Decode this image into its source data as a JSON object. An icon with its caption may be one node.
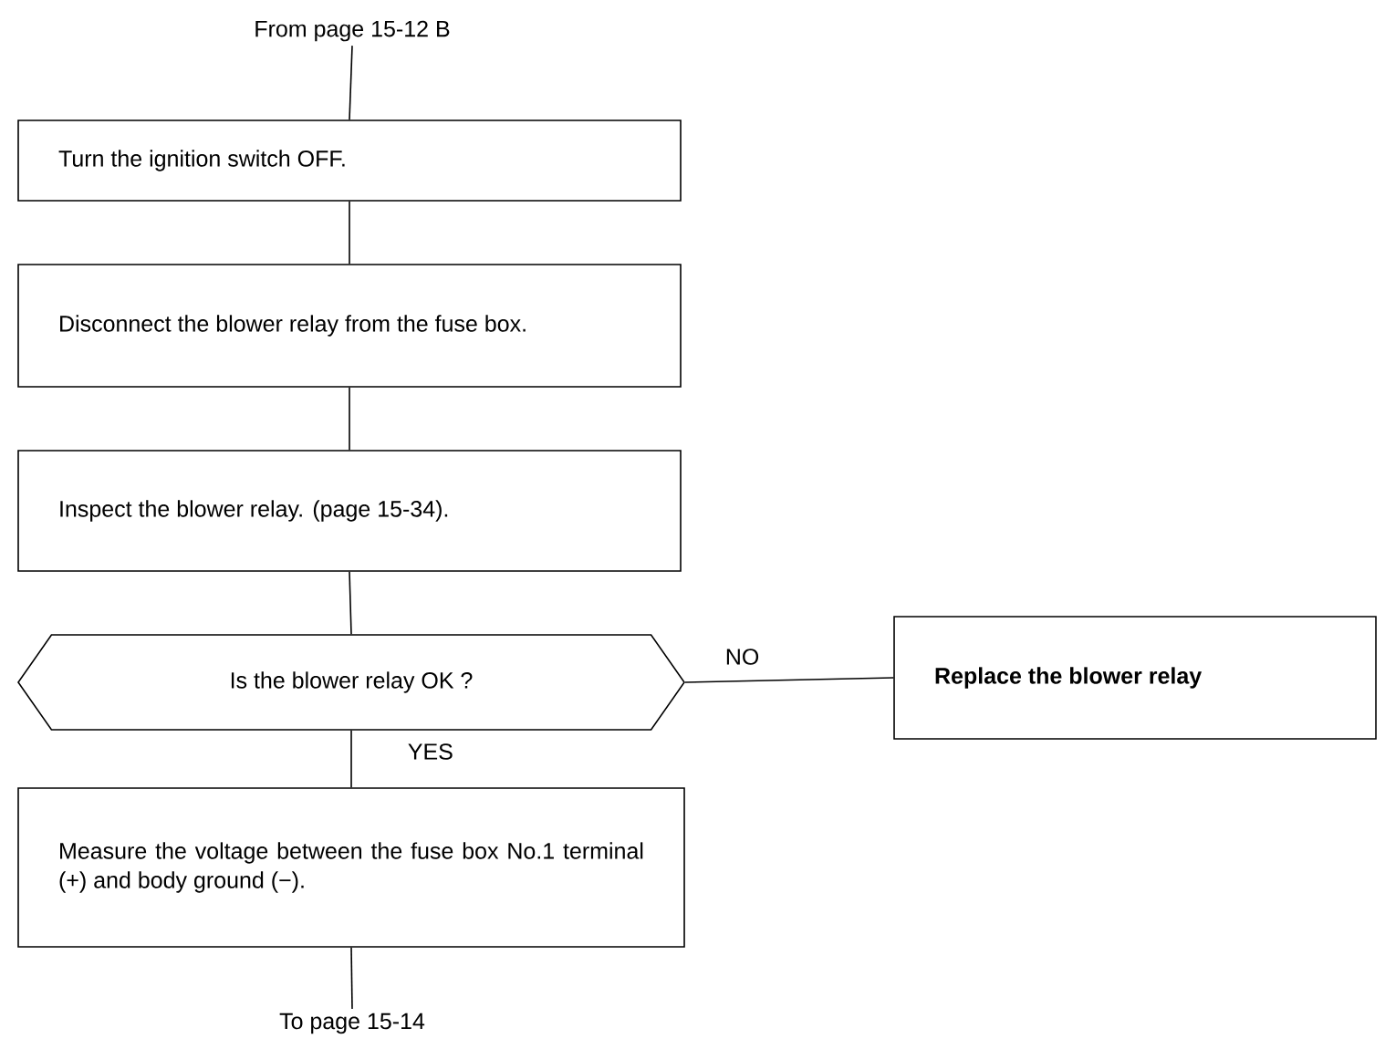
{
  "diagram": {
    "nodes": [
      {
        "text": [
          "From page 15-12 B"
        ]
      },
      {
        "text": [
          "Turn the ignition switch OFF."
        ]
      },
      {
        "text": [
          "Disconnect the blower relay from the fuse box."
        ]
      },
      {
        "text": [
          "Inspect the blower relay. (page 15-34)."
        ]
      },
      {
        "text": [
          "Is the blower relay OK ?"
        ]
      },
      {
        "text": [
          "Replace the blower relay"
        ]
      },
      {
        "text": [
          "Measure the voltage between the fuse box No.1 terminal (+) and body ground (−)."
        ]
      },
      {
        "text": [
          "To page 15-14"
        ]
      }
    ],
    "edges": [
      {
        "from": 0,
        "to": 1,
        "arrow": "none"
      },
      {
        "from": 1,
        "to": 2,
        "arrow": "none"
      },
      {
        "from": 2,
        "to": 3,
        "arrow": "none"
      },
      {
        "from": 3,
        "to": 4,
        "arrow": "none"
      },
      {
        "from": 4,
        "to": 5,
        "arrow": "none",
        "label": "NO"
      },
      {
        "from": 4,
        "to": 6,
        "arrow": "none",
        "label": "YES"
      },
      {
        "from": 6,
        "to": 7,
        "arrow": "none"
      }
    ]
  }
}
